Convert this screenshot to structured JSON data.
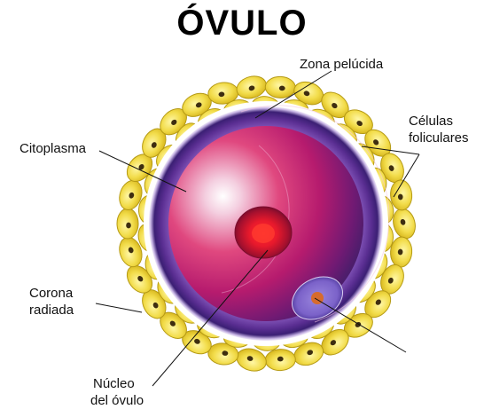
{
  "title": "ÓVULO",
  "labels": {
    "zona_pelucida": "Zona pelúcida",
    "celulas_l1": "Células",
    "celulas_l2": "foliculares",
    "citoplasma": "Citoplasma",
    "corona_l1": "Corona",
    "corona_l2": "radiada",
    "nucleo_l1": "Núcleo",
    "nucleo_l2": "del óvulo"
  },
  "colors": {
    "cell_fill": "#f2dc4a",
    "cell_edge": "#b59a14",
    "cell_nucleus": "#3e2e10",
    "zona_outer": "#3b1f74",
    "zona_light": "#f2ecf9",
    "cytoplasm": "#e0487f",
    "nucleus": "#e8192c",
    "polar_body": "#7b62c9",
    "polar_nucleus": "#d76b2c"
  }
}
